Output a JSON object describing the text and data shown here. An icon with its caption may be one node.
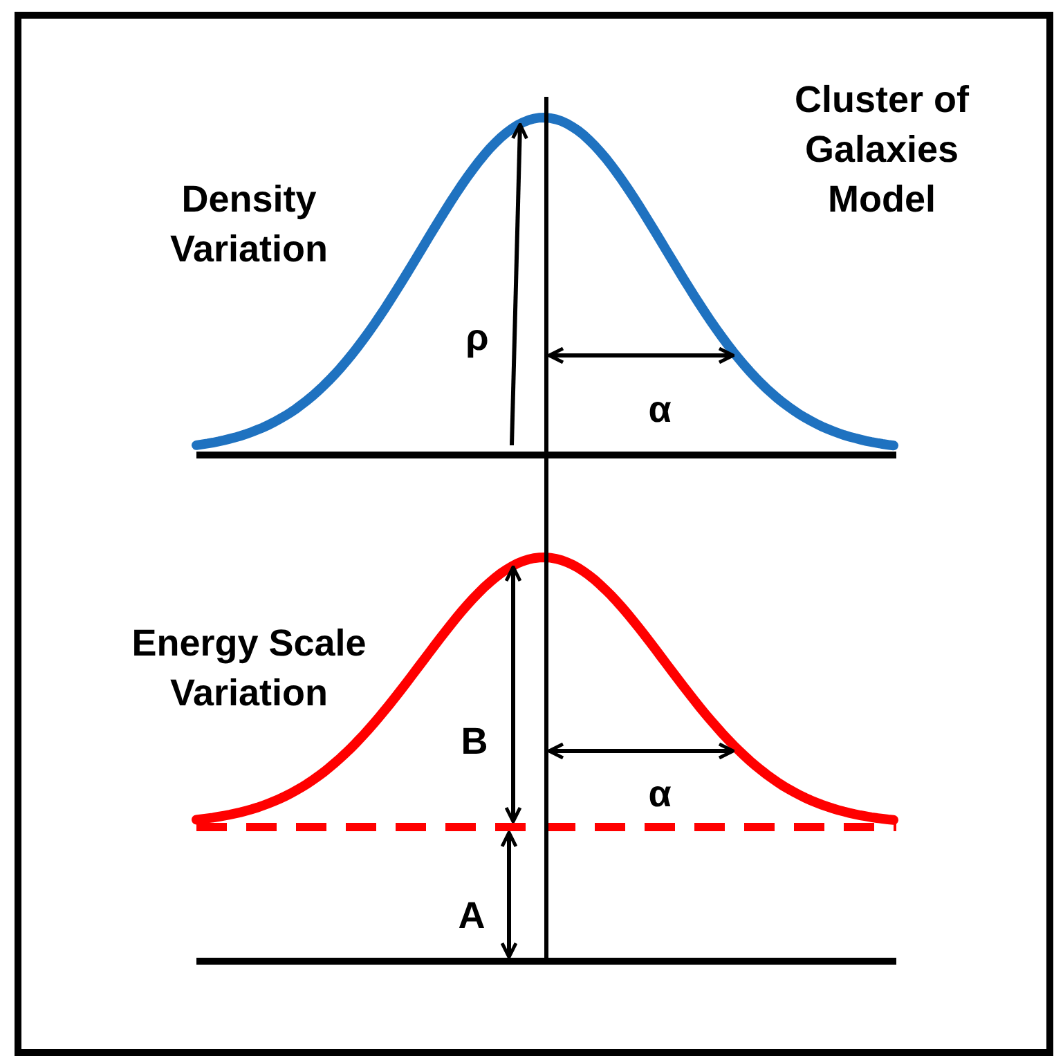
{
  "diagram": {
    "title": "Cluster of Galaxies Model",
    "labels": [
      "Density Variation",
      "ρ",
      "α",
      "Energy Scale Variation",
      "B",
      "α",
      "A"
    ]
  }
}
